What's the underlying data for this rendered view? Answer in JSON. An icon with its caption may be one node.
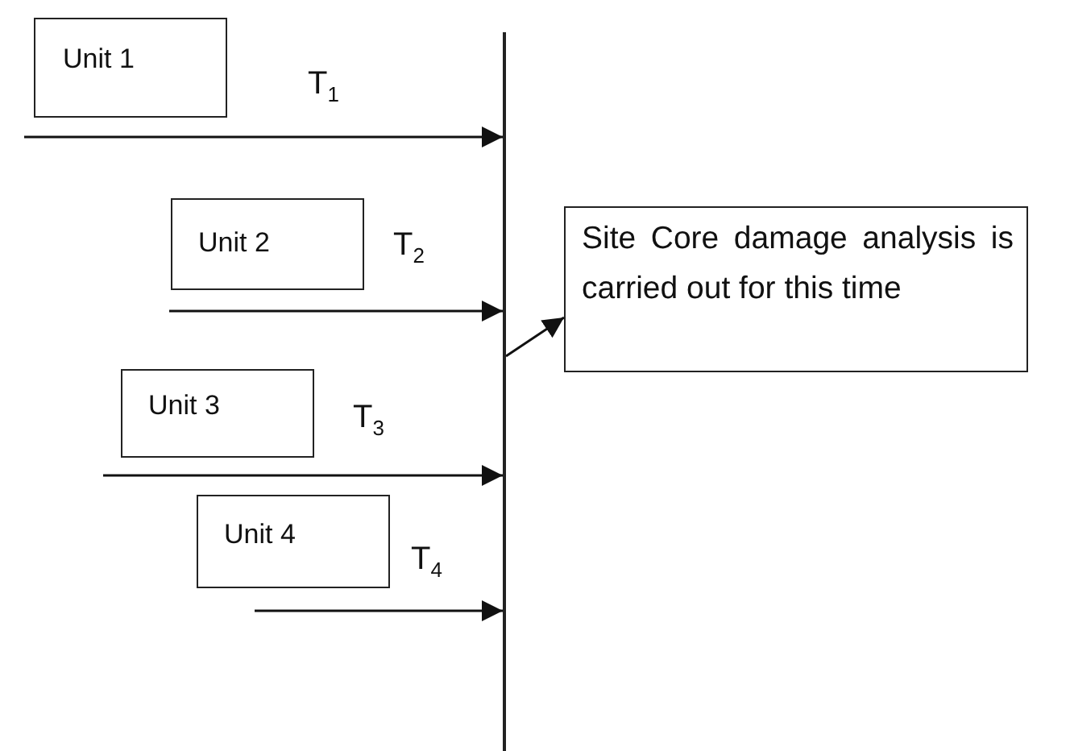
{
  "diagram": {
    "nodes": [
      {
        "text": [
          "Unit 1"
        ]
      },
      {
        "text": [
          "Unit 2"
        ]
      },
      {
        "text": [
          "Unit 3"
        ]
      },
      {
        "text": [
          "Unit 4"
        ]
      },
      {
        "text": [],
        "shape": "bar"
      },
      {
        "text": [
          "Site Core damage analysis is carried out for this time"
        ]
      }
    ],
    "edges": [
      {
        "from": null,
        "to": 4,
        "arrow": "to",
        "label": "T$_{1}$"
      },
      {
        "from": null,
        "to": 4,
        "arrow": "to",
        "label": "T$_{2}$"
      },
      {
        "from": null,
        "to": 4,
        "arrow": "to",
        "label": "T$_{3}$"
      },
      {
        "from": null,
        "to": 4,
        "arrow": "to",
        "label": "T$_{4}$"
      },
      {
        "from": 4,
        "to": 5,
        "arrow": "to"
      }
    ]
  }
}
